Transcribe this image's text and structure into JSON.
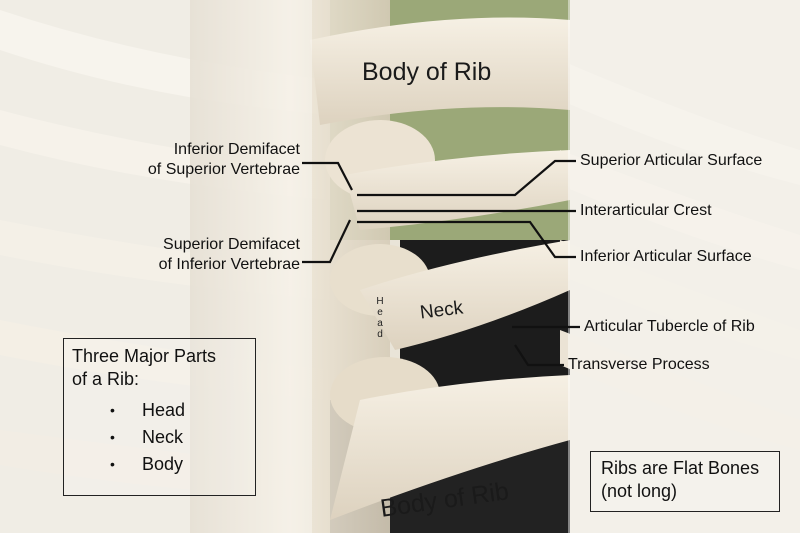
{
  "labels": {
    "body_top": "Body of Rib",
    "body_bottom": "Body of Rib",
    "neck": "Neck",
    "head": "Head",
    "inferior_demifacet_line1": "Inferior Demifacet",
    "inferior_demifacet_line2": "of Superior Vertebrae",
    "superior_demifacet_line1": "Superior Demifacet",
    "superior_demifacet_line2": "of Inferior Vertebrae",
    "superior_articular_surface": "Superior Articular Surface",
    "interarticular_crest": "Interarticular Crest",
    "inferior_articular_surface": "Inferior Articular Surface",
    "articular_tubercle": "Articular Tubercle of Rib",
    "transverse_process": "Transverse Process"
  },
  "parts_box": {
    "title_line1": "Three Major Parts",
    "title_line2": "of a Rib:",
    "items": [
      "Head",
      "Neck",
      "Body"
    ]
  },
  "note_box": {
    "line1": "Ribs are Flat Bones",
    "line2": "(not long)"
  },
  "colors": {
    "background_green": "#9aa77a",
    "bone": "#efe6d6",
    "shadow": "#171717",
    "leader_lines": "#111111"
  }
}
